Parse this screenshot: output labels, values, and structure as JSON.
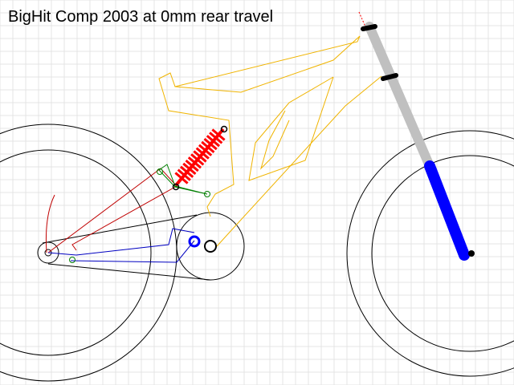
{
  "title": "BigHit Comp 2003 at 0mm rear travel",
  "colors": {
    "background": "#ffffff",
    "grid": "#e6e6e6",
    "frame": "#f0b400",
    "shock_spring": "#ff0000",
    "fork_lower": "#0000ff",
    "fork_upper": "#c0c0c0",
    "swingarm": "#0000c0",
    "chainstay_link": "#c00000",
    "rocker_link": "#008000",
    "chain_wheels": "#000000"
  },
  "components": [
    "frame",
    "rear-shock",
    "fork",
    "rear-wheel",
    "front-wheel",
    "chainring",
    "rear-cog",
    "swingarm",
    "rocker-link",
    "axle-path"
  ]
}
